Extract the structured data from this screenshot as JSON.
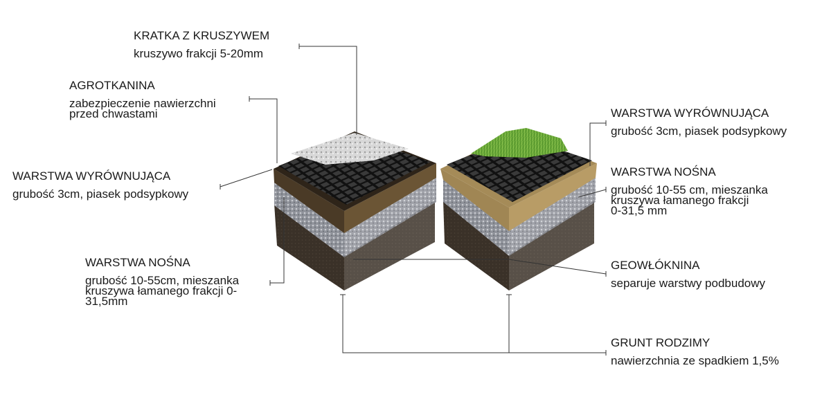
{
  "labels": {
    "kratka": {
      "title": "KRATKA Z KRUSZYWEM",
      "desc": "kruszywo frakcji 5-20mm"
    },
    "agrotkanina": {
      "title": "AGROTKANINA",
      "desc": "zabezpieczenie nawierzchni\nprzed chwastami"
    },
    "wyrownujaca_left": {
      "title": "WARSTWA WYRÓWNUJĄCA",
      "desc": "grubość 3cm, piasek podsypkowy"
    },
    "nosna_left": {
      "title": "WARSTWA NOŚNA",
      "desc": "grubość 10-55cm, mieszanka\nkruszywa łamanego frakcji 0-\n31,5mm"
    },
    "wyrownujaca_right": {
      "title": "WARSTWA WYRÓWNUJĄCA",
      "desc": "grubość 3cm, piasek podsypkowy"
    },
    "nosna_right": {
      "title": "WARSTWA NOŚNA",
      "desc": "grubość 10-55 cm, mieszanka\nkruszywa łamanego frakcji\n0-31,5 mm"
    },
    "geowloknina": {
      "title": "GEOWŁÓKNINA",
      "desc": "separuje warstwy podbudowy"
    },
    "grunt": {
      "title": "GRUNT RODZIMY",
      "desc": "nawierzchnia ze spadkiem 1,5%"
    }
  },
  "colors": {
    "line": "#333333",
    "soil": "#3a3128",
    "gravel": "#9a9ca3",
    "sand": "#a8905e",
    "grid": "#262626",
    "grass": "#6fae3a",
    "stone": "#dcdcdc"
  }
}
